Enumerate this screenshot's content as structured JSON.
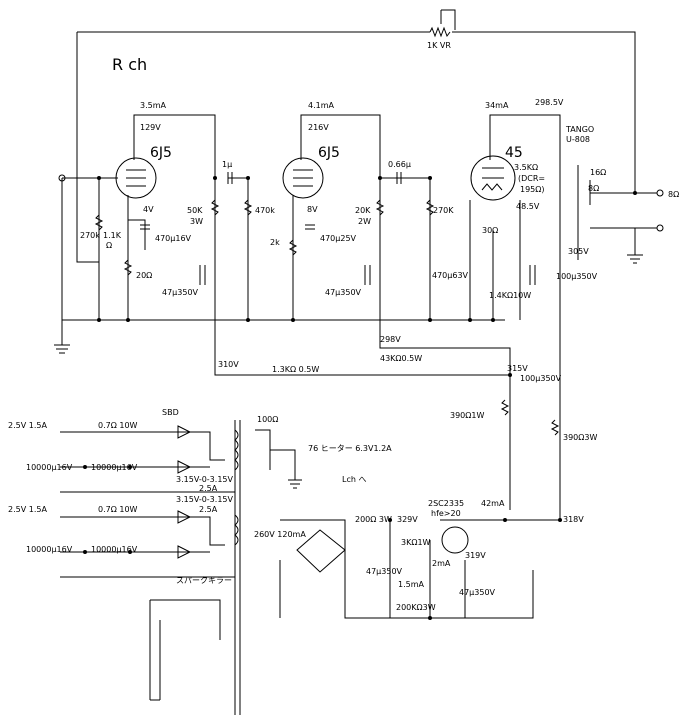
{
  "channel": "R ch",
  "vr": "1K VR",
  "stage1": {
    "tube": "6J5",
    "current": "3.5mA",
    "plate_v": "129V",
    "heater": "4V",
    "grid_r": "270k",
    "cathode_r": "1.1K",
    "ohm": "Ω",
    "cathode_c": "470μ16V",
    "cathode_r2": "20Ω",
    "load": "50K",
    "load_w": "3W",
    "decouple": "47μ350V",
    "couple": "1μ"
  },
  "stage2": {
    "tube": "6J5",
    "current": "4.1mA",
    "plate_v": "216V",
    "grid_r": "470k",
    "cathode_v": "8V",
    "cathode_r": "2k",
    "cathode_c": "470μ25V",
    "load": "20K",
    "load_w": "2W",
    "decouple": "47μ350V",
    "couple": "0.66μ"
  },
  "stage3": {
    "tube": "45",
    "current": "34mA",
    "plate_v": "298.5V",
    "grid_r": "270K",
    "tx": "TANGO",
    "tx_model": "U-808",
    "primary": "3.5KΩ",
    "dcr": "(DCR=",
    "dcr_val": "195Ω)",
    "bias_v": "48.5V",
    "hum": "30Ω",
    "cath_c": "470μ63V",
    "cath_r": "1.4KΩ10W",
    "b_v": "305V",
    "b_c": "100μ350V",
    "sec16": "16Ω",
    "sec8": "8Ω",
    "out": "8Ω"
  },
  "supply": {
    "v310": "310V",
    "r13": "1.3KΩ 0.5W",
    "v298": "298V",
    "r43": "43KΩ0.5W",
    "v315": "315V",
    "c315": "100μ350V",
    "r390a": "390Ω1W",
    "r390b": "390Ω3W",
    "v318": "318V",
    "i42": "42mA",
    "tr": "2SC2335",
    "hfe": "hfe>20",
    "v319": "319V",
    "c319": "47μ350V",
    "i2": "2mA",
    "r200": "200Ω 3W",
    "v329": "329V",
    "r3k": "3KΩ1W",
    "c47": "47μ350V",
    "i15": "1.5mA",
    "r200k": "200KΩ3W",
    "lch": "Lch へ",
    "trans": "260V 120mA"
  },
  "heater": {
    "sbd": "SBD",
    "v25a": "2.5V 1.5A",
    "r07a": "0.7Ω 10W",
    "ca1": "10000μ16V",
    "ca2": "10000μ16V",
    "s1": "3.15V-0-3.15V",
    "s1a": "2.5A",
    "v25b": "2.5V 1.5A",
    "r07b": "0.7Ω 10W",
    "cb1": "10000μ16V",
    "cb2": "10000μ16V",
    "s2": "3.15V-0-3.15V",
    "s2a": "2.5A",
    "r100": "100Ω",
    "h76": "76 ヒーター 6.3V1.2A",
    "spark": "スパークキラー"
  }
}
